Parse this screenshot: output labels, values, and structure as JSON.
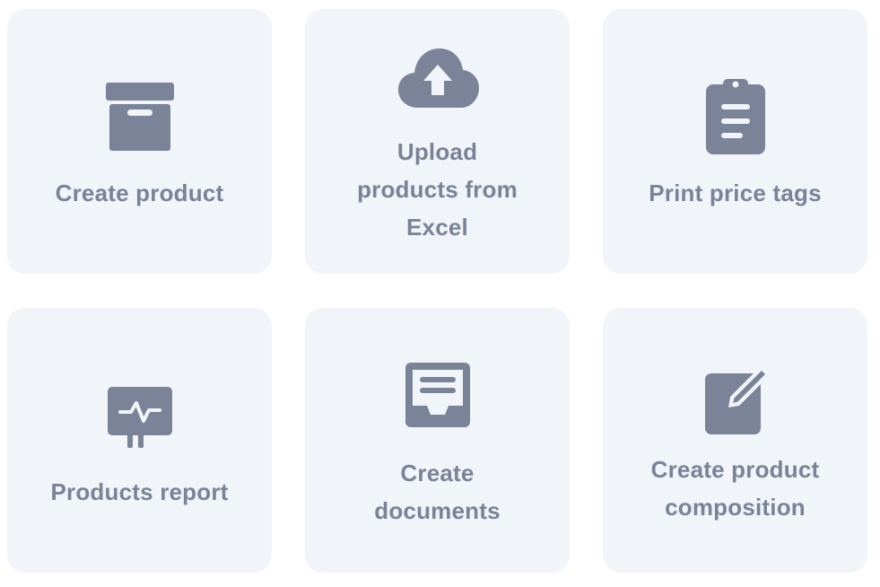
{
  "colors": {
    "tile_bg": "#f1f4f8",
    "icon": "#7a8397",
    "text": "#7a8397"
  },
  "tiles": [
    {
      "id": "create-product",
      "icon": "archive-box-icon",
      "label": "Create product"
    },
    {
      "id": "upload-products",
      "icon": "cloud-upload-icon",
      "label": "Upload products from Excel"
    },
    {
      "id": "print-price-tags",
      "icon": "clipboard-list-icon",
      "label": "Print price tags"
    },
    {
      "id": "products-report",
      "icon": "presentation-chart-icon",
      "label": "Products report"
    },
    {
      "id": "create-documents",
      "icon": "document-tray-icon",
      "label": "Create documents"
    },
    {
      "id": "create-composition",
      "icon": "edit-note-icon",
      "label": "Create product composition"
    }
  ]
}
